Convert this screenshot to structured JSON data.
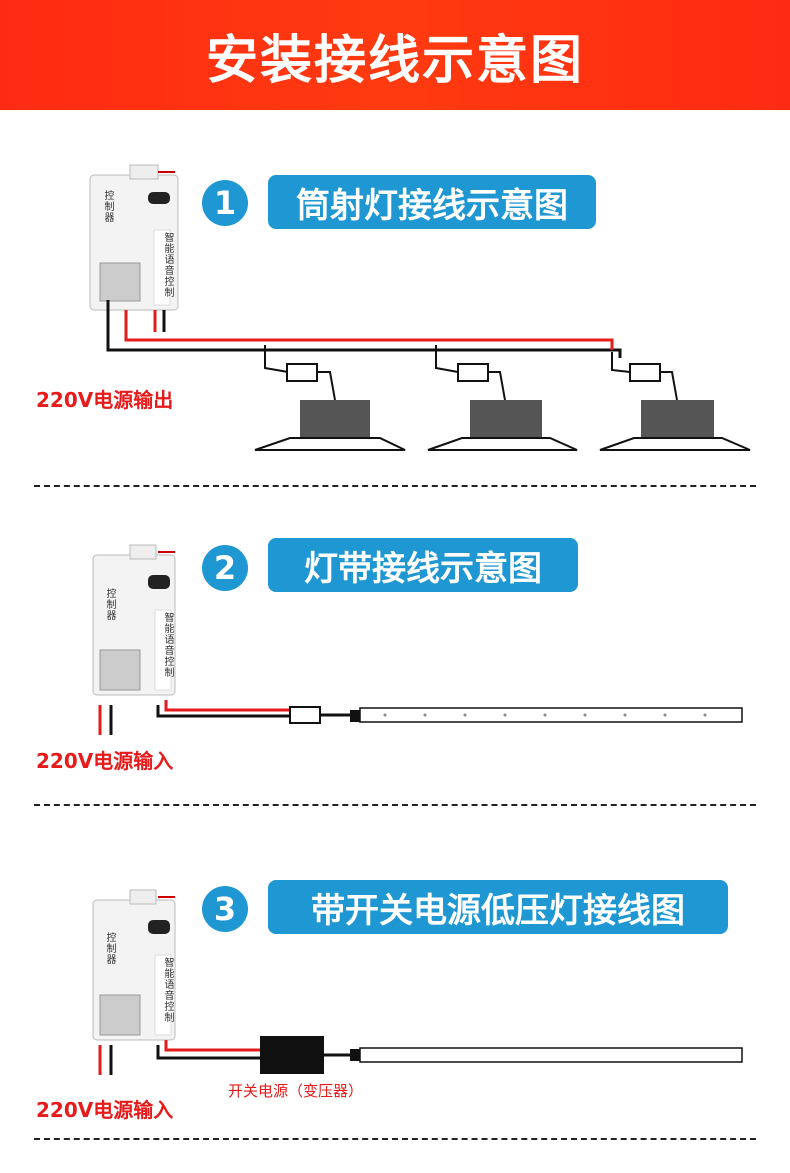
{
  "header": {
    "title": "安装接线示意图"
  },
  "sections": [
    {
      "number": "1",
      "title": "筒射灯接线示意图",
      "label": "220V电源输出"
    },
    {
      "number": "2",
      "title": "灯带接线示意图",
      "label": "220V电源输入"
    },
    {
      "number": "3",
      "title": "带开关电源低压灯接线图",
      "label": "220V电源输入",
      "sublabel": "开关电源（变压器）"
    }
  ],
  "device": {
    "left_label": "控制器",
    "right_label": "智能语音控制"
  },
  "colors": {
    "header_red": "#ff2a12",
    "accent_blue": "#1f97d2",
    "wire_red": "#e61b1b",
    "wire_black": "#111111"
  }
}
